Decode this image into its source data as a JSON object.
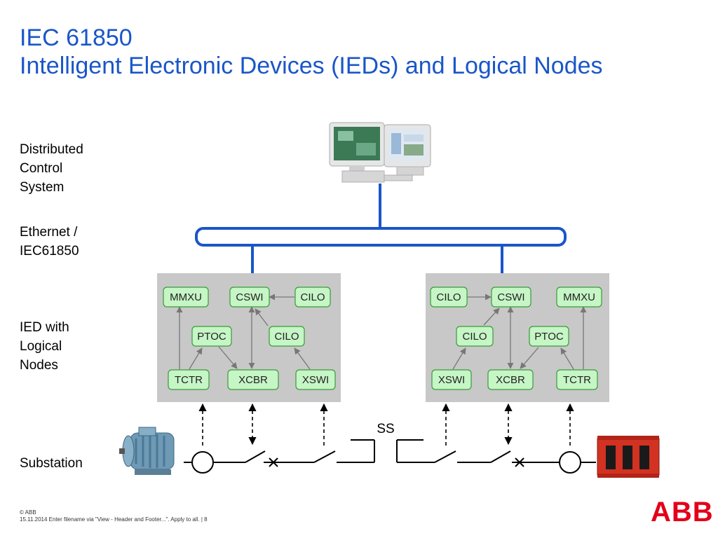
{
  "title": {
    "line1": "IEC 61850",
    "line2": "Intelligent Electronic Devices (IEDs) and Logical Nodes"
  },
  "labels": {
    "dcs": "Distributed\nControl\nSystem",
    "ethernet": "Ethernet /\nIEC61850",
    "ied": "IED with\nLogical\nNodes",
    "substation": "Substation"
  },
  "ied_left": {
    "nodes": {
      "mmxu": "MMXU",
      "cswi": "CSWI",
      "cilo_top": "CILO",
      "ptoc": "PTOC",
      "cilo_mid": "CILO",
      "tctr": "TCTR",
      "xcbr": "XCBR",
      "xswi": "XSWI"
    }
  },
  "ied_right": {
    "nodes": {
      "cilo_top": "CILO",
      "cswi": "CSWI",
      "mmxu": "MMXU",
      "cilo_mid": "CILO",
      "ptoc": "PTOC",
      "xswi": "XSWI",
      "xcbr": "XCBR",
      "tctr": "TCTR"
    }
  },
  "substation": {
    "ss_label": "SS"
  },
  "footer": {
    "copyright": "© ABB",
    "text": "15.11.2014 Enter filename via \"View - Header and Footer...\". Apply to all. | 8"
  },
  "logo": {
    "text": "ABB"
  },
  "colors": {
    "title": "#1a56c8",
    "bus": "#1a56c8",
    "ied_panel": "#c8c8c8",
    "node_fill": "#c6f5c6",
    "node_border": "#3a9a3a",
    "logo": "#e2001a"
  }
}
